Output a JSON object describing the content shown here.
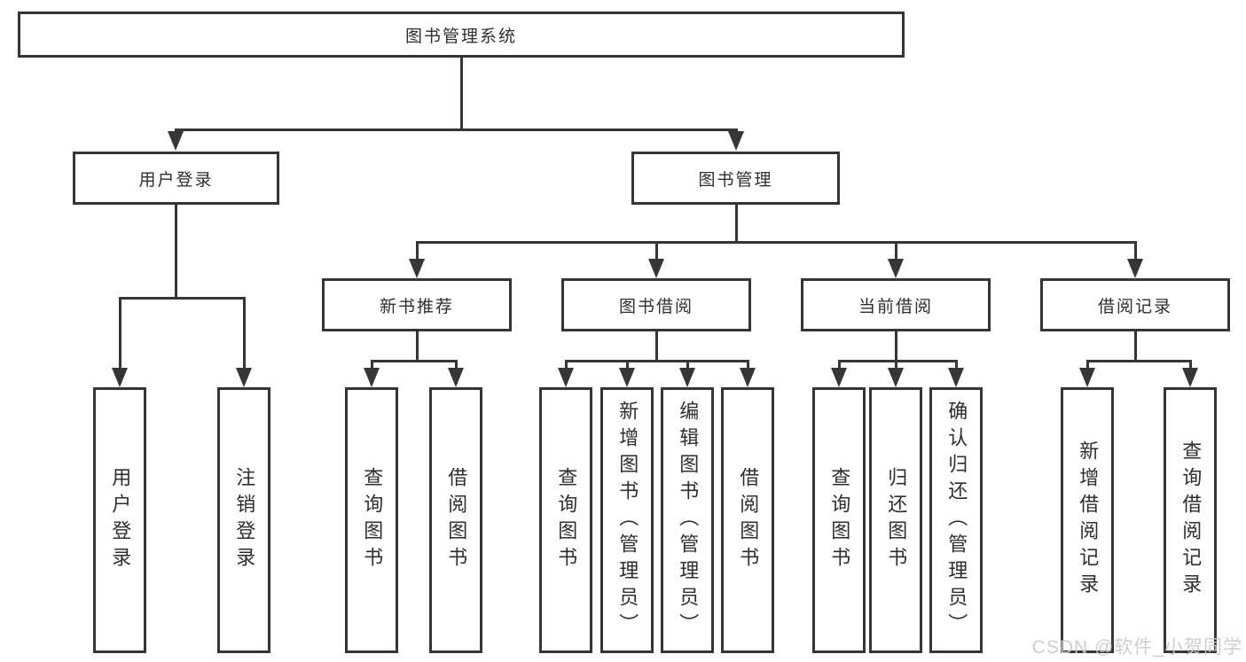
{
  "tree": {
    "label": "图书管理系统",
    "children": [
      {
        "label": "用户登录",
        "children": [
          {
            "label": "用户登录"
          },
          {
            "label": "注销登录"
          }
        ]
      },
      {
        "label": "图书管理",
        "children": [
          {
            "label": "新书推荐",
            "children": [
              {
                "label": "查询图书"
              },
              {
                "label": "借阅图书"
              }
            ]
          },
          {
            "label": "图书借阅",
            "children": [
              {
                "label": "查询图书"
              },
              {
                "label": "新增图书（管理员）"
              },
              {
                "label": "编辑图书（管理员）"
              },
              {
                "label": "借阅图书"
              }
            ]
          },
          {
            "label": "当前借阅",
            "children": [
              {
                "label": "查询图书"
              },
              {
                "label": "归还图书"
              },
              {
                "label": "确认归还（管理员）"
              }
            ]
          },
          {
            "label": "借阅记录",
            "children": [
              {
                "label": "新增借阅记录"
              },
              {
                "label": "查询借阅记录"
              }
            ]
          }
        ]
      }
    ]
  },
  "watermark": "CSDN @软件_小贺同学",
  "colors": {
    "line": "#363636",
    "box_border": "#363636",
    "text": "#2e2e2e",
    "watermark": "#cbcbcb",
    "background": "#ffffff"
  }
}
